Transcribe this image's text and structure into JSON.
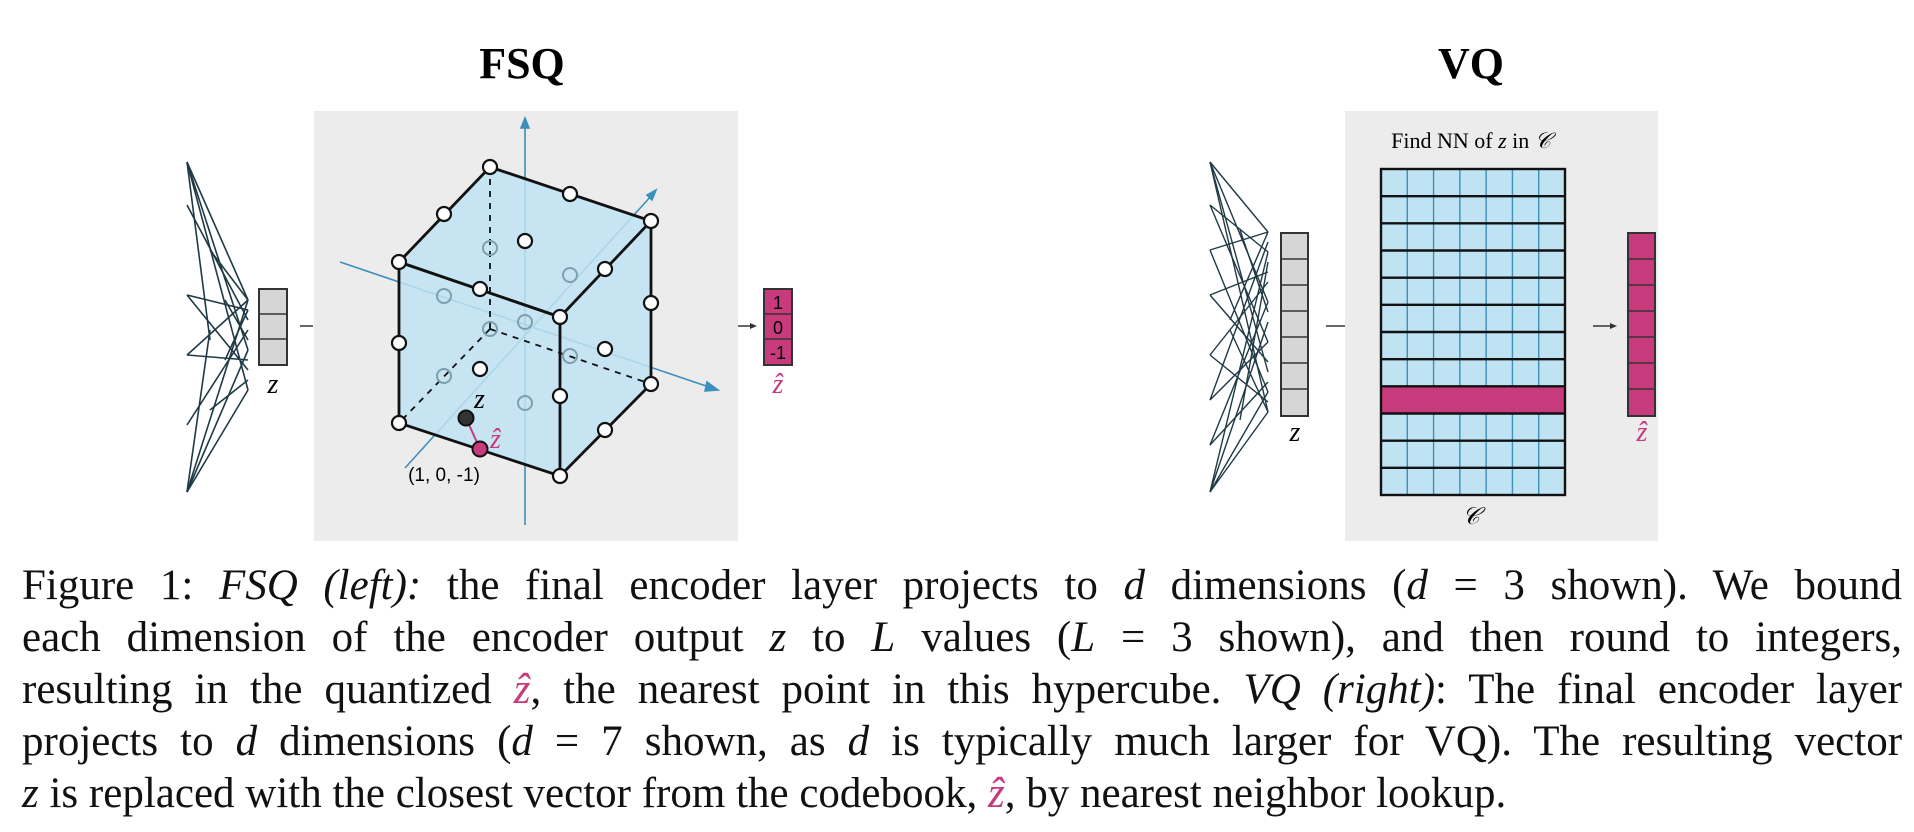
{
  "fsq": {
    "title": "FSQ",
    "z_label": "z",
    "zhat_label": "ẑ",
    "point_z_label": "z",
    "point_zhat_label": "ẑ",
    "coord_label": "(1, 0, -1)",
    "output_values": [
      "1",
      "0",
      "-1"
    ]
  },
  "vq": {
    "title": "VQ",
    "codebook_title_prefix": "Find NN of ",
    "codebook_title_var": "z",
    "codebook_title_mid": " in ",
    "codebook_title_set": "𝒞",
    "codebook_label": "𝒞",
    "z_label": "z",
    "zhat_label": "ẑ"
  },
  "caption": {
    "l1_a": "Figure 1:   ",
    "l1_b": "FSQ (left):",
    "l1_c": " the final encoder layer projects to ",
    "l1_d": "d",
    "l1_e": " dimensions (",
    "l1_f": "d",
    "l1_g": " = 3 shown).  We bound",
    "l2_a": "each dimension of the encoder output ",
    "l2_b": "z",
    "l2_c": " to ",
    "l2_d": "L",
    "l2_e": " values (",
    "l2_f": "L",
    "l2_g": " = 3 shown), and then round to integers,",
    "l3_a": "resulting in the quantized ",
    "l3_b": "ẑ",
    "l3_c": ", the nearest point in this hypercube. ",
    "l3_d": "VQ (right)",
    "l3_e": ": The final encoder layer",
    "l4_a": "projects to ",
    "l4_b": "d",
    "l4_c": " dimensions (",
    "l4_d": "d",
    "l4_e": " = 7 shown, as ",
    "l4_f": "d",
    "l4_g": " is typically much larger for VQ). The resulting vector",
    "l5_a": "z",
    "l5_b": " is replaced with the closest vector from the codebook, ",
    "l5_c": "ẑ",
    "l5_d": ", by nearest neighbor lookup."
  },
  "colors": {
    "panel_bg": "#ececec",
    "cube_fill": "#bfe3f3",
    "axis": "#3d8fbd",
    "accent_pink": "#c73a7c",
    "encoder_lines": "#1f3a44",
    "latent_gray": "#d6d6d6"
  }
}
